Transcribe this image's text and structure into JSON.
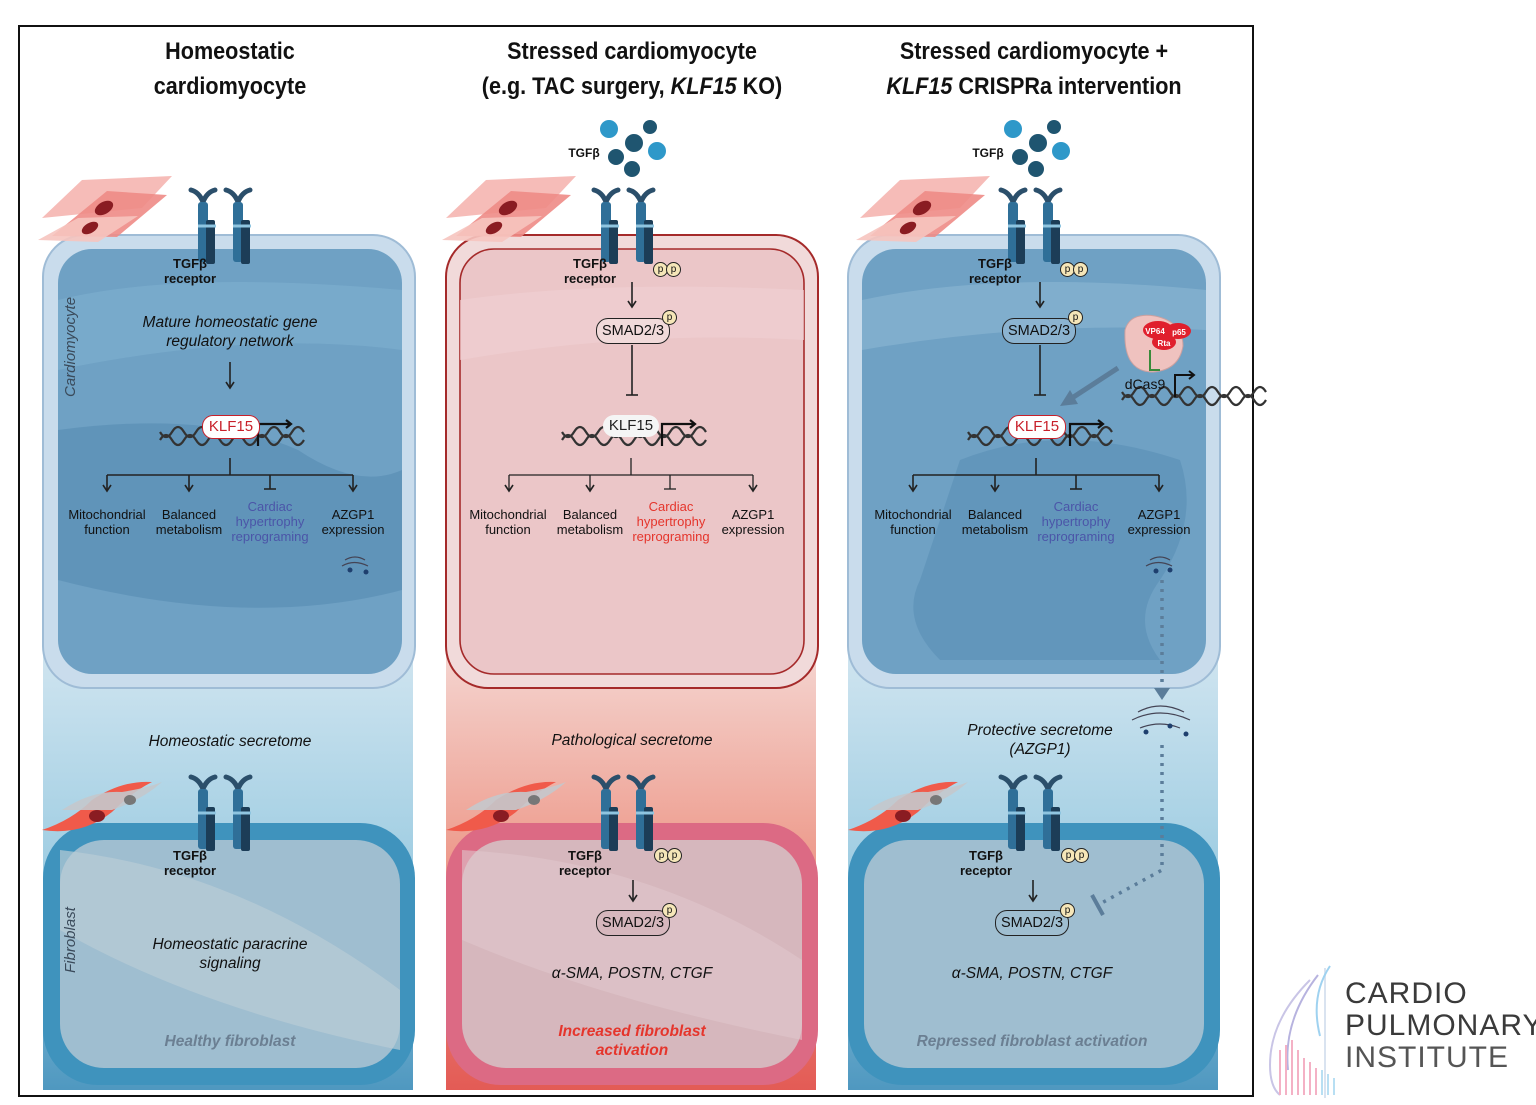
{
  "panels": [
    {
      "title_line1": "Homeostatic",
      "title_line2": "cardiomyocyte",
      "receptor_label": "TGFβ\nreceptor",
      "gene_network": "Mature homeostatic gene regulatory network",
      "gene": "KLF15",
      "outputs": [
        "Mitochondrial\nfunction",
        "Balanced\nmetabolism",
        "Cardiac\nhypertrophy\nreprograming",
        "AZGP1\nexpression"
      ],
      "secretome": "Homeostatic secretome",
      "fibroblast_receptor": "TGFβ\nreceptor",
      "fibroblast_signal": "Homeostatic paracrine\nsignaling",
      "fibroblast_state": "Healthy fibroblast",
      "side_label_top": "Cardiomyocyte",
      "side_label_bottom": "Fibroblast"
    },
    {
      "title_line1": "Stressed cardiomyocyte",
      "title_line2_pre": "(e.g. TAC surgery, ",
      "title_line2_italic": "KLF15",
      "title_line2_post": " KO)",
      "ligand": "TGFβ",
      "receptor_label": "TGFβ\nreceptor",
      "smad": "SMAD2/3",
      "gene": "KLF15",
      "outputs": [
        "Mitochondrial\nfunction",
        "Balanced\nmetabolism",
        "Cardiac\nhypertrophy\nreprograming",
        "AZGP1\nexpression"
      ],
      "secretome": "Pathological secretome",
      "fibroblast_receptor": "TGFβ\nreceptor",
      "fibroblast_smad": "SMAD2/3",
      "markers": "α-SMA, POSTN, CTGF",
      "fibroblast_state": "Increased fibroblast\nactivation"
    },
    {
      "title_line1": "Stressed cardiomyocyte +",
      "title_line2_italic": "KLF15",
      "title_line2_post": " CRISPRa intervention",
      "ligand": "TGFβ",
      "receptor_label": "TGFβ\nreceptor",
      "smad": "SMAD2/3",
      "gene": "KLF15",
      "crispr_parts": [
        "VP64",
        "p65",
        "Rta"
      ],
      "dcas9": "dCas9",
      "outputs": [
        "Mitochondrial\nfunction",
        "Balanced\nmetabolism",
        "Cardiac\nhypertrophy\nreprograming",
        "AZGP1\nexpression"
      ],
      "secretome": "Protective secretome\n(AZGP1)",
      "fibroblast_receptor": "TGFβ\nreceptor",
      "fibroblast_smad": "SMAD2/3",
      "markers": "α-SMA, POSTN, CTGF",
      "fibroblast_state": "Repressed fibroblast activation"
    }
  ],
  "phospho": "p",
  "logo": {
    "line1": "CARDIO",
    "line2": "PULMONARY",
    "line3": "INSTITUTE"
  },
  "colors": {
    "cell_blue": "#5f93b9",
    "cell_red": "#e9c4c6",
    "fibro_blue": "#4e9dc2",
    "fibro_red": "#e06b84",
    "klf_red": "#c8202a",
    "inhibited_blue": "#4b55a8",
    "promoted_red": "#e5352c"
  }
}
